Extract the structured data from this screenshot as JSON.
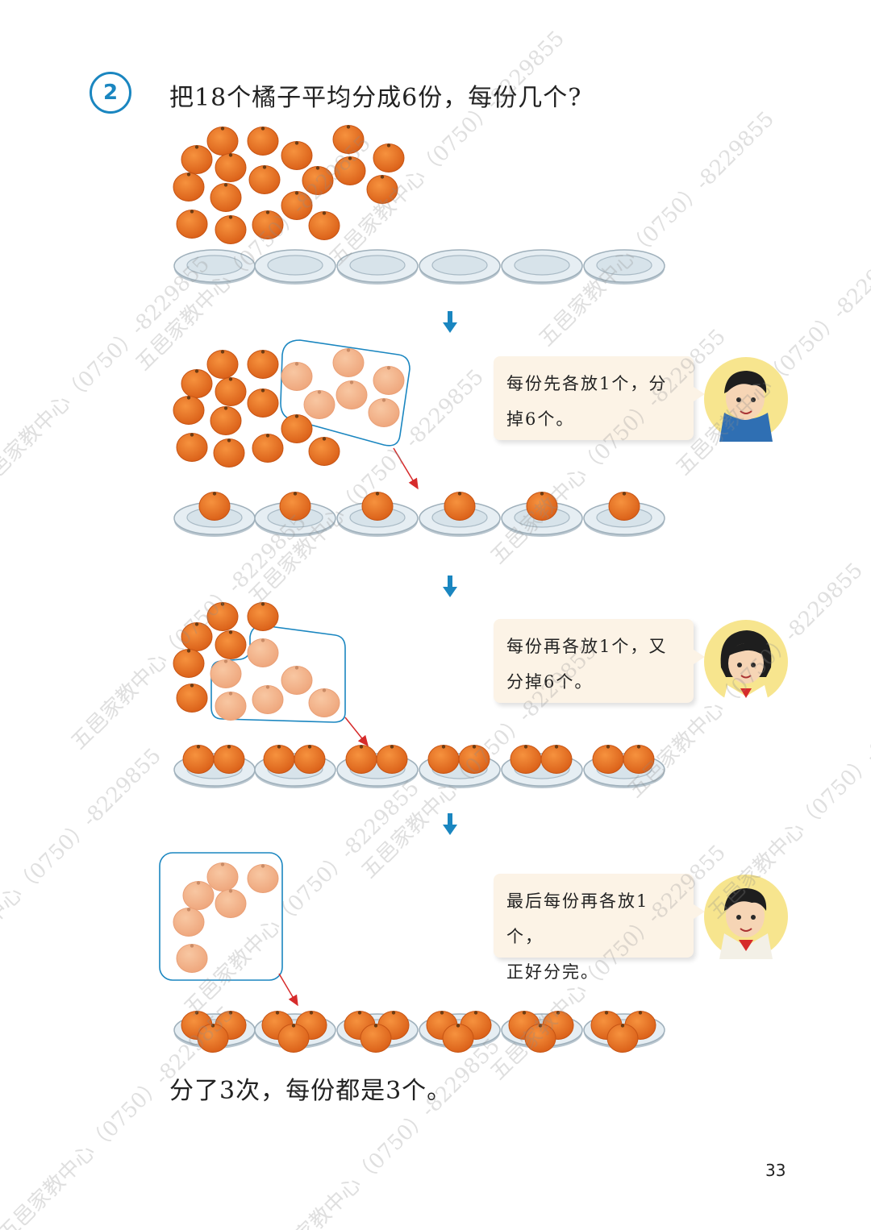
{
  "problem": {
    "number": "2",
    "question": "把18个橘子平均分成6份，每份几个?",
    "conclusion": "分了3次，每份都是3个。"
  },
  "bubbles": [
    {
      "line1": "每份先各放1个，分",
      "line2": "掉6个。",
      "character": "boy"
    },
    {
      "line1": "每份再各放1个，又",
      "line2": "分掉6个。",
      "character": "girl"
    },
    {
      "line1": "最后每份再各放1个，",
      "line2": "正好分完。",
      "character": "boy"
    }
  ],
  "steps": [
    {
      "remaining": 18,
      "per_plate": 0
    },
    {
      "remaining": 12,
      "per_plate": 1
    },
    {
      "remaining": 6,
      "per_plate": 2
    },
    {
      "remaining": 0,
      "per_plate": 3
    }
  ],
  "plates_count": 6,
  "page_number": "33",
  "watermarks": [
    "五邑家教中心（0750）-8229855"
  ],
  "colors": {
    "accent_blue": "#1a86c0",
    "orange": "#e8742a",
    "orange_faded": "#f4b48b",
    "arrow_red": "#d62b2b",
    "bubble_bg": "#fcf3e6"
  }
}
